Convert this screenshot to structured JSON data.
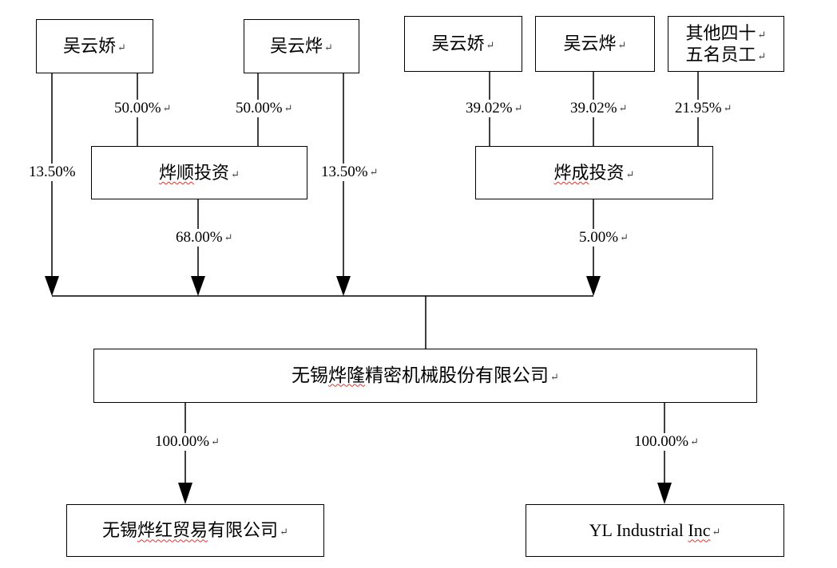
{
  "para_mark": "↵",
  "shareholders": {
    "wu_yunjiao_left": "吴云娇",
    "wu_yunye_left": "吴云烨",
    "wu_yunjiao_right": "吴云娇",
    "wu_yunye_right": "吴云烨",
    "others_line1": "其他四十",
    "others_line2": "五名员工"
  },
  "intermediates": {
    "yeshun_prefix": "烨顺",
    "yeshun_suffix": "投资",
    "yecheng_prefix": "烨成",
    "yecheng_suffix": "投资"
  },
  "company": {
    "pre": "无锡",
    "mid": "烨隆",
    "post": "精密机械股份有限公司"
  },
  "subsidiaries": {
    "yehong_pre": "无锡",
    "yehong_mid": "烨红贸易",
    "yehong_post": "有限公司",
    "yl_pre": "YL Industrial ",
    "yl_mid": "Inc"
  },
  "stakes": {
    "jiao_to_yeshun": "50.00%",
    "ye_to_yeshun": "50.00%",
    "jiao_to_yecheng": "39.02%",
    "ye_to_yecheng": "39.02%",
    "others_to_yecheng": "21.95%",
    "jiao_direct": "13.50%",
    "ye_direct": "13.50%",
    "yeshun_to_company": "68.00%",
    "yecheng_to_company": "5.00%",
    "company_to_yehong": "100.00%",
    "company_to_yl": "100.00%"
  }
}
